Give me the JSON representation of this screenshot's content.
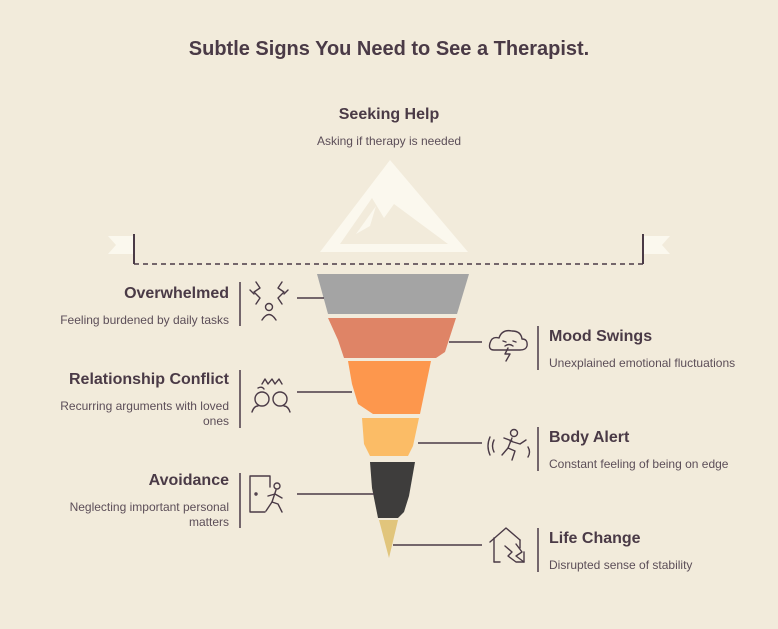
{
  "title": "Subtle Signs You Need to See a Therapist.",
  "top": {
    "heading": "Seeking Help",
    "desc": "Asking if therapy is needed"
  },
  "signs": {
    "overwhelmed": {
      "heading": "Overwhelmed",
      "desc": "Feeling burdened by daily tasks"
    },
    "mood_swings": {
      "heading": "Mood Swings",
      "desc": "Unexplained emotional fluctuations"
    },
    "relationship_conflict": {
      "heading": "Relationship Conflict",
      "desc": "Recurring arguments with loved ones"
    },
    "body_alert": {
      "heading": "Body Alert",
      "desc": "Constant feeling of being on edge"
    },
    "avoidance": {
      "heading": "Avoidance",
      "desc": "Neglecting important personal matters"
    },
    "life_change": {
      "heading": "Life Change",
      "desc": "Disrupted sense of stability"
    }
  },
  "colors": {
    "background": "#f2ebdb",
    "text": "#4a3a46",
    "layer_1": "#a4a4a4",
    "layer_2": "#df8466",
    "layer_3": "#fd974d",
    "layer_4": "#fbbc66",
    "layer_5": "#3e3d3c",
    "layer_6": "#e1c57c"
  },
  "icons": [
    "stressed-person-icon",
    "storm-cloud-icon",
    "arguing-heads-icon",
    "anxious-person-icon",
    "person-leaving-door-icon",
    "broken-house-icon"
  ]
}
